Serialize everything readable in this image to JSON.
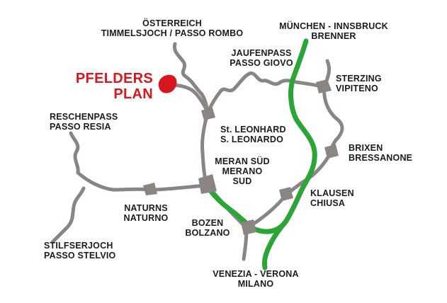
{
  "colors": {
    "road": "#8a8583",
    "motorway": "#2aa536",
    "town": "#8a8583",
    "destination": "#d7161d",
    "label": "#1c1c1c",
    "background": "#ffffff"
  },
  "destination": {
    "line1": "PFELDERS",
    "line2": "PLAN"
  },
  "places": {
    "timmelsjoch": {
      "line1": "ÖSTERREICH",
      "line2": "TIMMELSJOCH / PASSO ROMBO"
    },
    "brenner": {
      "line1": "MÜNCHEN - INNSBRUCK",
      "line2": "BRENNER"
    },
    "jaufenpass": {
      "line1": "JAUFENPASS",
      "line2": "PASSO GIOVO"
    },
    "sterzing": {
      "line1": "STERZING",
      "line2": "VIPITENO"
    },
    "reschenpass": {
      "line1": "RESCHENPASS",
      "line2": "PASSO RESIA"
    },
    "st_leonhard": {
      "line1": "St. LEONHARD",
      "line2": "S. LEONARDO"
    },
    "brixen": {
      "line1": "BRIXEN",
      "line2": "BRESSANONE"
    },
    "meran": {
      "line1": "MERAN SÜD",
      "line2": "MERANO",
      "line3": "SUD"
    },
    "klausen": {
      "line1": "KLAUSEN",
      "line2": "CHIUSA"
    },
    "naturns": {
      "line1": "NATURNS",
      "line2": "NATURNO"
    },
    "bozen": {
      "line1": "BOZEN",
      "line2": "BOLZANO"
    },
    "stilfserjoch": {
      "line1": "STILFSERJOCH",
      "line2": "PASSO STELVIO"
    },
    "venezia": {
      "line1": "VENEZIA - VERONA",
      "line2": "MILANO"
    }
  }
}
